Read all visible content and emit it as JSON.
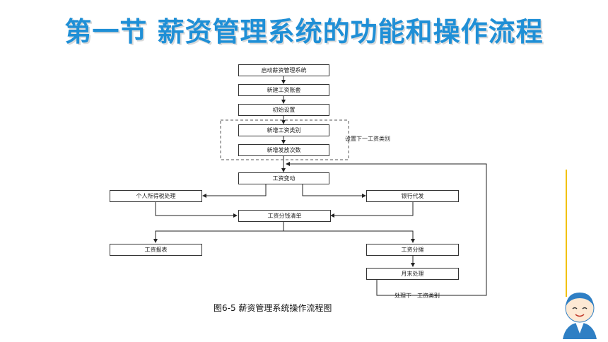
{
  "title": "第一节  薪资管理系统的功能和操作流程",
  "flow": {
    "start": "启动薪资管理系统",
    "new_account": "新建工资账套",
    "init_settings": "初始设置",
    "new_category": "新增工资类别",
    "new_issue_count": "新增发放次数",
    "loop_note": "设置下一工资类别",
    "salary_change": "工资变动",
    "income_tax": "个人所得税处理",
    "bank_agent": "银行代发",
    "denomination": "工资分钱清单",
    "salary_report": "工资报表",
    "salary_allocation": "工资分摊",
    "month_end": "月末处理",
    "next_category": "处理下一工资类别"
  },
  "caption": "图6-5  薪资管理系统操作流程图",
  "colors": {
    "title": "#1f8fd6",
    "accent": "#f2c100",
    "mascot_body": "#2f7fc4"
  }
}
